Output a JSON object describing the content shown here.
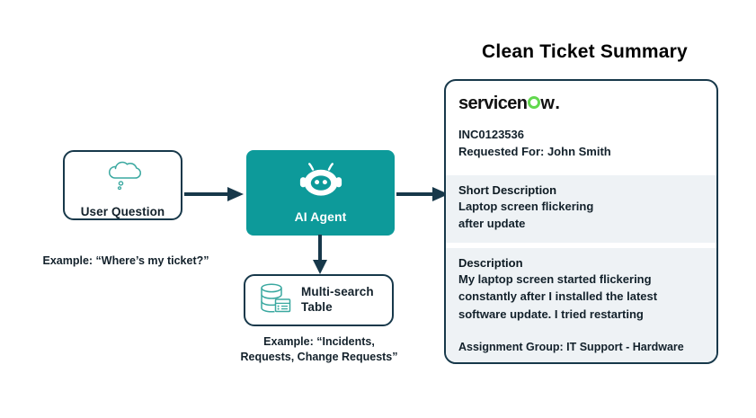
{
  "title": "Clean Ticket Summary",
  "colors": {
    "teal": "#0d9a9a",
    "navy": "#17384a",
    "band": "#eef2f5",
    "brand_green": "#62d84e"
  },
  "flow": {
    "user_question": {
      "label": "User Question",
      "icon": "thought-bubble-icon",
      "caption": "Example: “Where’s my ticket?”"
    },
    "ai_agent": {
      "label": "AI Agent",
      "icon": "robot-icon"
    },
    "multi_search": {
      "label_line1": "Multi-search",
      "label_line2": "Table",
      "icon": "database-icon",
      "caption_line1": "Example: “Incidents,",
      "caption_line2": "Requests, Change Requests”"
    }
  },
  "ticket": {
    "brand": {
      "part1": "servicen",
      "accent_letter": "o",
      "part2": "w",
      "trailing_dot": "."
    },
    "number": "INC0123536",
    "requested_for": "Requested For: John Smith",
    "sections": [
      {
        "title": "Short Description",
        "lines": [
          "Laptop screen flickering",
          "after update"
        ]
      },
      {
        "title": "Description",
        "lines": [
          "My laptop screen started flickering",
          "constantly after I installed the latest",
          "software update. I tried restarting"
        ]
      }
    ],
    "assignment": "Assignment Group: IT Support - Hardware"
  }
}
